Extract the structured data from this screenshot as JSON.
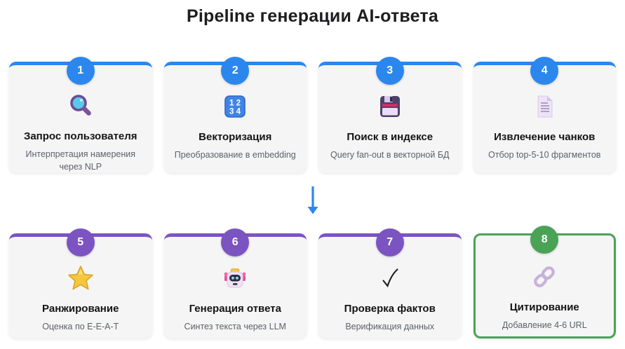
{
  "page": {
    "title": "Pipeline генерации AI-ответа"
  },
  "colors": {
    "blue": "#2b87ee",
    "purple": "#7b54c2",
    "green": "#4aa355",
    "card_bg": "#f5f5f6"
  },
  "flow": {
    "arrow": "down"
  },
  "cards": [
    {
      "number": "1",
      "title": "Запрос пользователя",
      "subtitle": "Интерпретация намерения через NLP",
      "icon": "magnifier-icon",
      "accent": "blue"
    },
    {
      "number": "2",
      "title": "Векторизация",
      "subtitle": "Преобразование в embedding",
      "icon": "input-numbers-icon",
      "accent": "blue",
      "icon_rows": [
        "1 2",
        "3 4"
      ]
    },
    {
      "number": "3",
      "title": "Поиск в индексе",
      "subtitle": "Query fan-out в векторной БД",
      "icon": "floppy-disk-icon",
      "accent": "blue"
    },
    {
      "number": "4",
      "title": "Извлечение чанков",
      "subtitle": "Отбор top-5-10 фрагментов",
      "icon": "document-icon",
      "accent": "blue"
    },
    {
      "number": "5",
      "title": "Ранжирование",
      "subtitle": "Оценка по E-E-A-T",
      "icon": "star-icon",
      "accent": "purple"
    },
    {
      "number": "6",
      "title": "Генерация ответа",
      "subtitle": "Синтез текста через LLM",
      "icon": "robot-icon",
      "accent": "purple"
    },
    {
      "number": "7",
      "title": "Проверка фактов",
      "subtitle": "Верификация данных",
      "icon": "checkmark-icon",
      "accent": "purple"
    },
    {
      "number": "8",
      "title": "Цитирование",
      "subtitle": "Добавление 4-6 URL",
      "icon": "link-icon",
      "accent": "green"
    }
  ]
}
